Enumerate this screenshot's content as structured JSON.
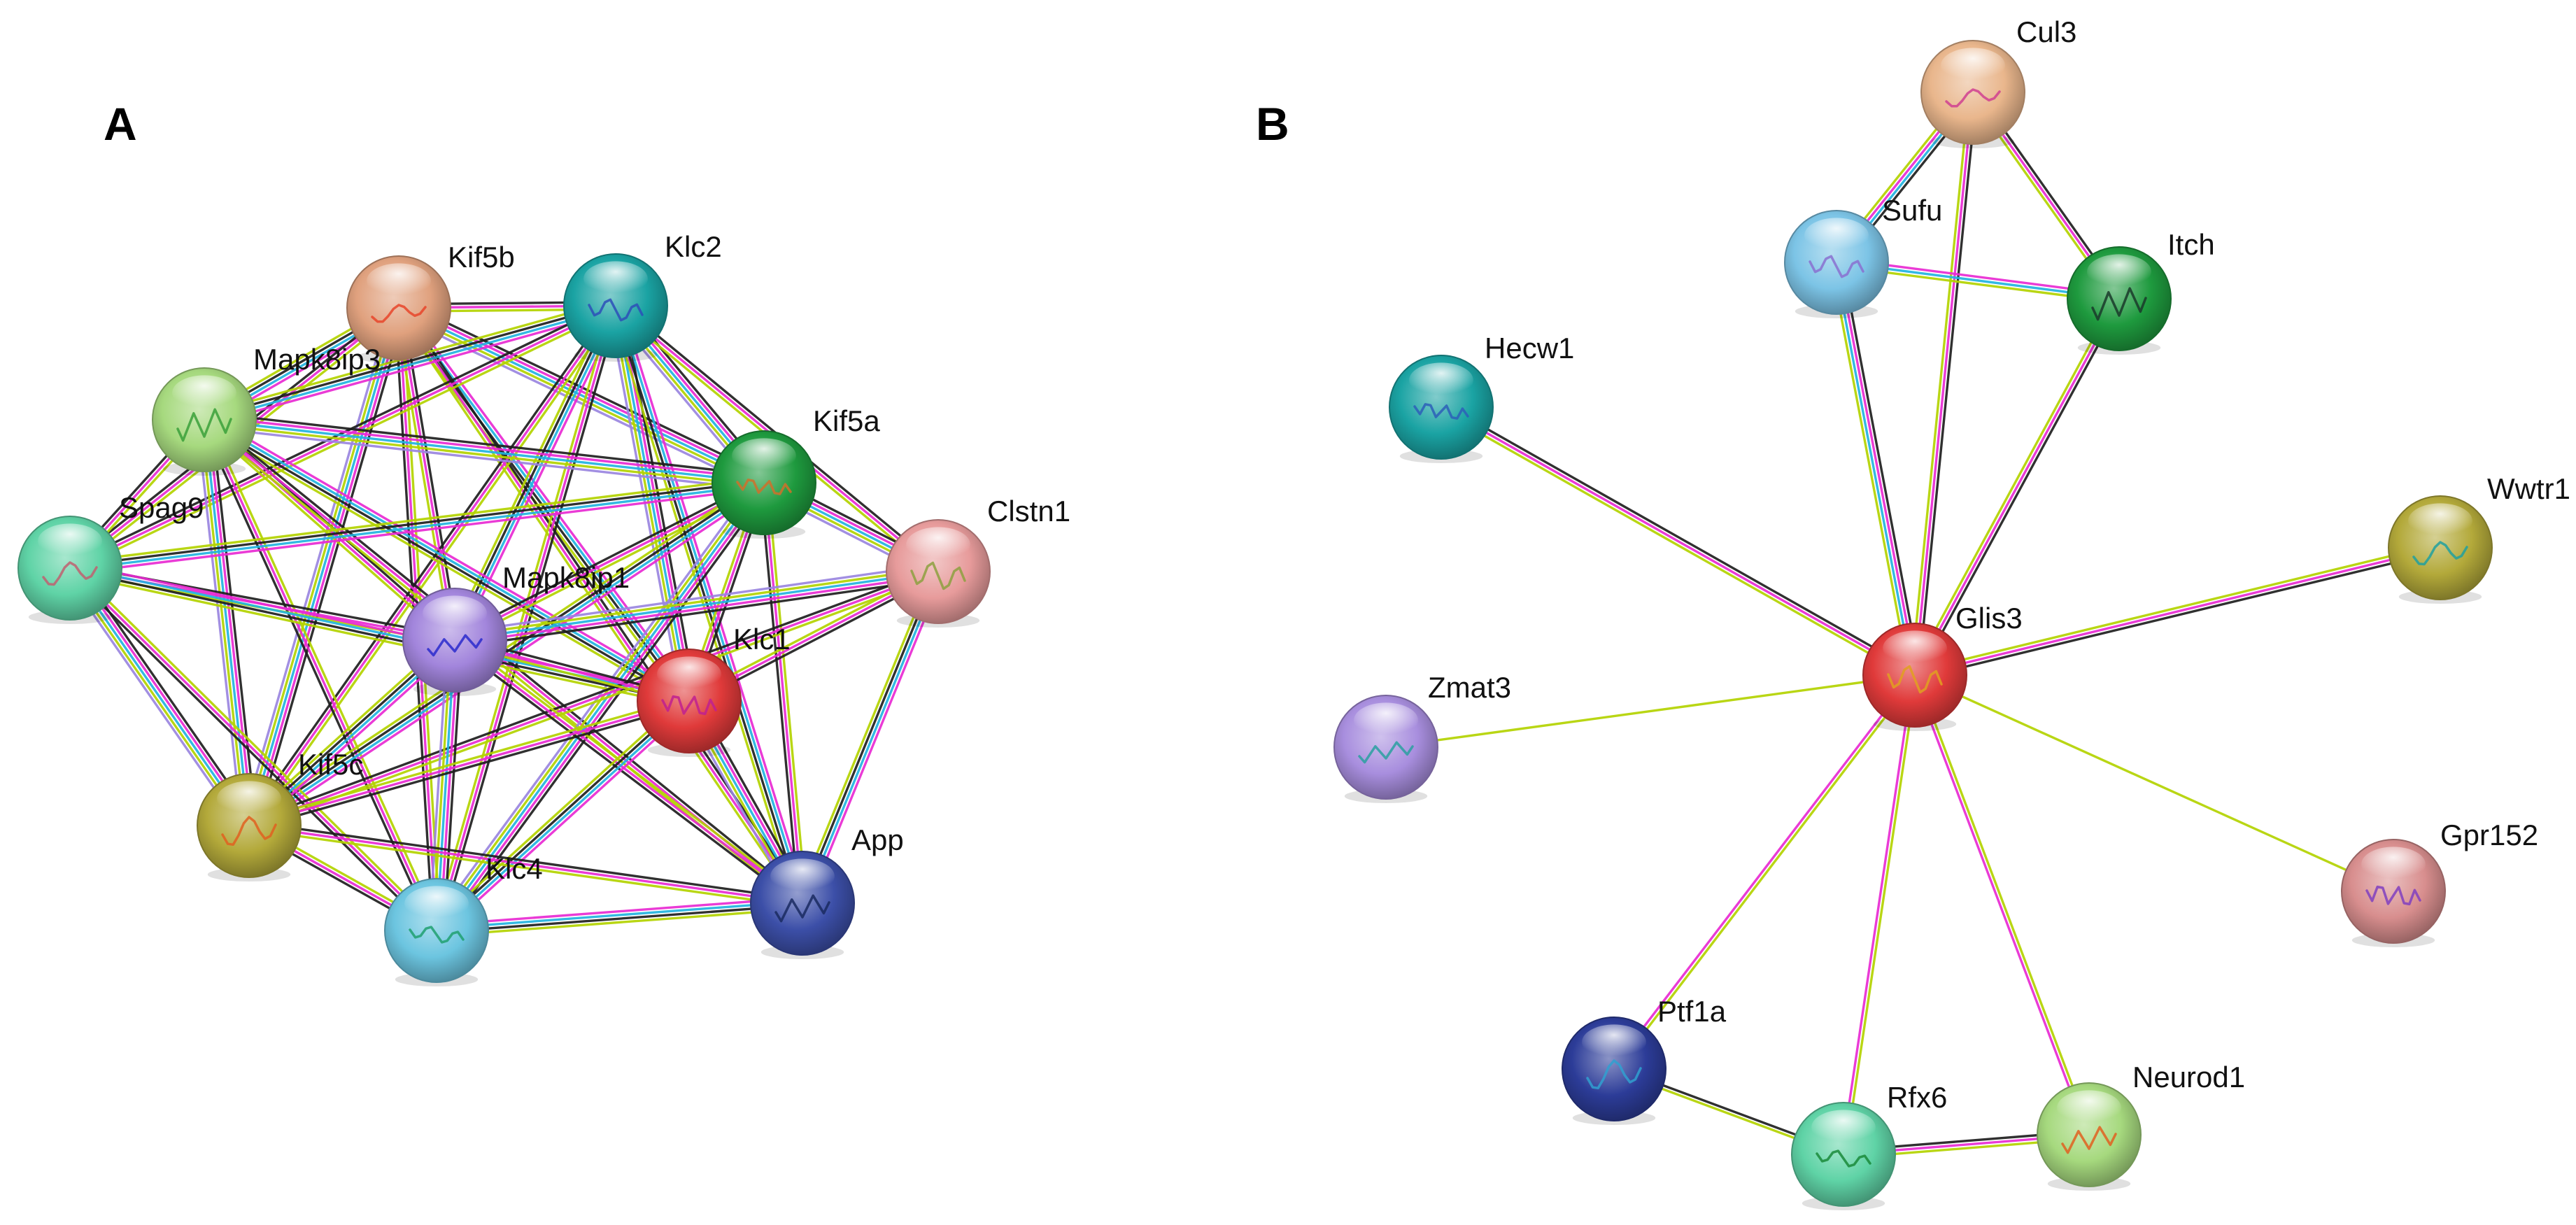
{
  "panels": [
    {
      "id": "A",
      "label": "A",
      "nodes": [
        {
          "id": "Kif5b",
          "label": "Kif5b",
          "color": "#e0a17e",
          "glyph": "#e8452a"
        },
        {
          "id": "Klc2",
          "label": "Klc2",
          "color": "#1aa3a3",
          "glyph": "#2d4fb8"
        },
        {
          "id": "Mapk8ip3",
          "label": "Mapk8ip3",
          "color": "#a6d97e",
          "glyph": "#3aa03a"
        },
        {
          "id": "Kif5a",
          "label": "Kif5a",
          "color": "#1e9a3e",
          "glyph": "#d0702a"
        },
        {
          "id": "Spag9",
          "label": "Spag9",
          "color": "#5fd3a6",
          "glyph": "#c06070"
        },
        {
          "id": "Clstn1",
          "label": "Clstn1",
          "color": "#e79b9b",
          "glyph": "#8da040"
        },
        {
          "id": "Mapk8ip1",
          "label": "Mapk8ip1",
          "color": "#a285dc",
          "glyph": "#2a2acc"
        },
        {
          "id": "Klc1",
          "label": "Klc1",
          "color": "#e03a3a",
          "glyph": "#c02090"
        },
        {
          "id": "Kif5c",
          "label": "Kif5c",
          "color": "#b3a93a",
          "glyph": "#e06020"
        },
        {
          "id": "Klc4",
          "label": "Klc4",
          "color": "#6cc5e0",
          "glyph": "#20a070"
        },
        {
          "id": "App",
          "label": "App",
          "color": "#3c4fa8",
          "glyph": "#1a2a60"
        }
      ],
      "edges": [
        [
          "Kif5b",
          "Klc2"
        ],
        [
          "Kif5b",
          "Mapk8ip3"
        ],
        [
          "Kif5b",
          "Kif5a"
        ],
        [
          "Kif5b",
          "Spag9"
        ],
        [
          "Kif5b",
          "Mapk8ip1"
        ],
        [
          "Kif5b",
          "Klc1"
        ],
        [
          "Kif5b",
          "Kif5c"
        ],
        [
          "Kif5b",
          "Klc4"
        ],
        [
          "Kif5b",
          "App"
        ],
        [
          "Klc2",
          "Mapk8ip3"
        ],
        [
          "Klc2",
          "Kif5a"
        ],
        [
          "Klc2",
          "Spag9"
        ],
        [
          "Klc2",
          "Clstn1"
        ],
        [
          "Klc2",
          "Mapk8ip1"
        ],
        [
          "Klc2",
          "Klc1"
        ],
        [
          "Klc2",
          "Kif5c"
        ],
        [
          "Klc2",
          "Klc4"
        ],
        [
          "Klc2",
          "App"
        ],
        [
          "Mapk8ip3",
          "Kif5a"
        ],
        [
          "Mapk8ip3",
          "Spag9"
        ],
        [
          "Mapk8ip3",
          "Mapk8ip1"
        ],
        [
          "Mapk8ip3",
          "Klc1"
        ],
        [
          "Mapk8ip3",
          "Kif5c"
        ],
        [
          "Mapk8ip3",
          "Klc4"
        ],
        [
          "Mapk8ip3",
          "App"
        ],
        [
          "Kif5a",
          "Spag9"
        ],
        [
          "Kif5a",
          "Clstn1"
        ],
        [
          "Kif5a",
          "Mapk8ip1"
        ],
        [
          "Kif5a",
          "Klc1"
        ],
        [
          "Kif5a",
          "Kif5c"
        ],
        [
          "Kif5a",
          "Klc4"
        ],
        [
          "Kif5a",
          "App"
        ],
        [
          "Spag9",
          "Mapk8ip1"
        ],
        [
          "Spag9",
          "Klc1"
        ],
        [
          "Spag9",
          "Kif5c"
        ],
        [
          "Spag9",
          "Klc4"
        ],
        [
          "Clstn1",
          "Klc1"
        ],
        [
          "Clstn1",
          "App"
        ],
        [
          "Clstn1",
          "Mapk8ip1"
        ],
        [
          "Clstn1",
          "Kif5c"
        ],
        [
          "Mapk8ip1",
          "Klc1"
        ],
        [
          "Mapk8ip1",
          "Kif5c"
        ],
        [
          "Mapk8ip1",
          "Klc4"
        ],
        [
          "Mapk8ip1",
          "App"
        ],
        [
          "Klc1",
          "Kif5c"
        ],
        [
          "Klc1",
          "Klc4"
        ],
        [
          "Klc1",
          "App"
        ],
        [
          "Kif5c",
          "Klc4"
        ],
        [
          "Kif5c",
          "App"
        ],
        [
          "Klc4",
          "App"
        ]
      ]
    },
    {
      "id": "B",
      "label": "B",
      "nodes": [
        {
          "id": "Cul3",
          "label": "Cul3",
          "color": "#e9b68c",
          "glyph": "#d04090"
        },
        {
          "id": "Sufu",
          "label": "Sufu",
          "color": "#7cc4e6",
          "glyph": "#8a70d0"
        },
        {
          "id": "Itch",
          "label": "Itch",
          "color": "#1e9a3e",
          "glyph": "#1a3a2a"
        },
        {
          "id": "Hecw1",
          "label": "Hecw1",
          "color": "#1aa3a3",
          "glyph": "#2d5fb8"
        },
        {
          "id": "Wwtr1",
          "label": "Wwtr1",
          "color": "#b3a93a",
          "glyph": "#20a0a0"
        },
        {
          "id": "Glis3",
          "label": "Glis3",
          "color": "#e03a3a",
          "glyph": "#e0a020"
        },
        {
          "id": "Zmat3",
          "label": "Zmat3",
          "color": "#a88ede",
          "glyph": "#2aa0a0"
        },
        {
          "id": "Gpr152",
          "label": "Gpr152",
          "color": "#d88e8e",
          "glyph": "#8040c0"
        },
        {
          "id": "Ptf1a",
          "label": "Ptf1a",
          "color": "#2c3c98",
          "glyph": "#30a0d0"
        },
        {
          "id": "Rfx6",
          "label": "Rfx6",
          "color": "#5fd3a6",
          "glyph": "#1a8a3a"
        },
        {
          "id": "Neurod1",
          "label": "Neurod1",
          "color": "#a6d97e",
          "glyph": "#e06020"
        }
      ],
      "edges": [
        [
          "Cul3",
          "Sufu"
        ],
        [
          "Cul3",
          "Itch"
        ],
        [
          "Cul3",
          "Glis3"
        ],
        [
          "Sufu",
          "Itch"
        ],
        [
          "Sufu",
          "Glis3"
        ],
        [
          "Itch",
          "Glis3"
        ],
        [
          "Hecw1",
          "Glis3"
        ],
        [
          "Wwtr1",
          "Glis3"
        ],
        [
          "Zmat3",
          "Glis3"
        ],
        [
          "Gpr152",
          "Glis3"
        ],
        [
          "Ptf1a",
          "Glis3"
        ],
        [
          "Rfx6",
          "Glis3"
        ],
        [
          "Neurod1",
          "Glis3"
        ],
        [
          "Ptf1a",
          "Rfx6"
        ],
        [
          "Rfx6",
          "Neurod1"
        ]
      ]
    }
  ],
  "colors": {
    "edge_black": "#1e1e1e",
    "edge_magenta": "#e82ad2",
    "edge_cyan": "#22b3e0",
    "edge_yellowgreen": "#b3d300",
    "edge_lilac": "#9a86e0"
  }
}
